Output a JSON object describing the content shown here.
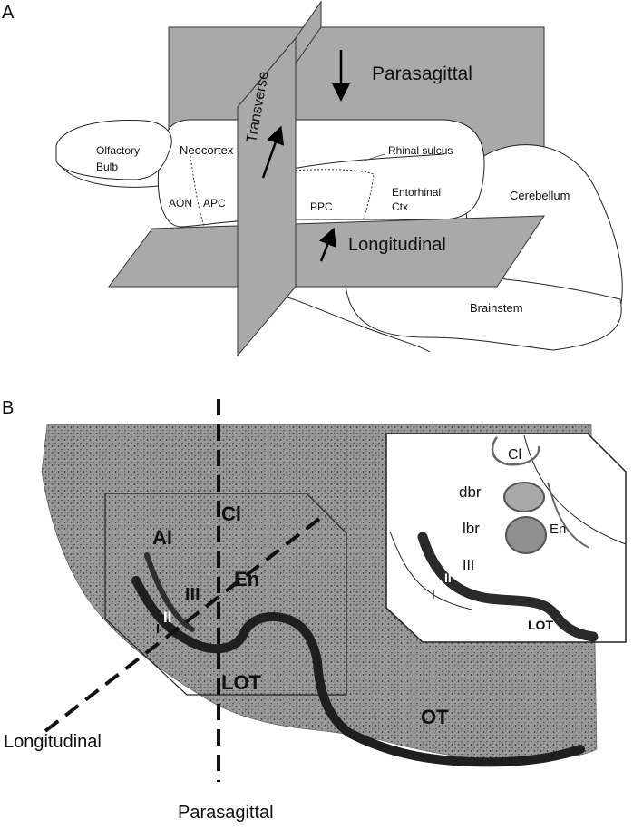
{
  "panel_a": {
    "letter": "A",
    "planes": {
      "parasagittal": "Parasagittal",
      "transverse": "Transverse",
      "longitudinal": "Longitudinal"
    },
    "regions": {
      "olfactory_bulb": [
        "Olfactory",
        "Bulb"
      ],
      "neocortex": "Neocortex",
      "rhinal_sulcus": "Rhinal sulcus",
      "aon": "AON",
      "apc": "APC",
      "ppc": "PPC",
      "entorhinal": [
        "Entorhinal",
        "Ctx"
      ],
      "cerebellum": "Cerebellum",
      "brainstem": "Brainstem"
    }
  },
  "panel_b": {
    "letter": "B",
    "section_labels": {
      "ai": "AI",
      "cl": "Cl",
      "en": "En",
      "iii": "III",
      "ii": "II",
      "i": "I",
      "lot": "LOT",
      "ot": "OT"
    },
    "inset_labels": {
      "cl": "Cl",
      "dbr": "dbr",
      "lbr": "lbr",
      "en": "En",
      "iii": "III",
      "ii": "II",
      "i": "I",
      "lot": "LOT"
    },
    "axis_labels": {
      "longitudinal": "Longitudinal",
      "parasagittal": "Parasagittal"
    }
  },
  "colors": {
    "plane_fill": "#a9a9a9",
    "tissue": "#8f8f8f",
    "dark_band": "#2a2a2a"
  }
}
